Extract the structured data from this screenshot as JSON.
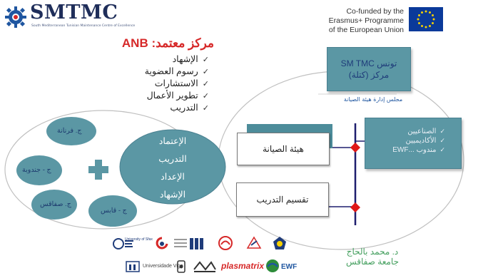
{
  "header": {
    "logo_text": "SMTMC",
    "logo_subtitle": "South Mediterranean Tunisian Maintenance Centre of Excellence",
    "eu_line1": "Co-funded by the",
    "eu_line2": "Erasmus+ Programme",
    "eu_line3": "of the European Union"
  },
  "anb": {
    "title": "مركز معتمد: ANB",
    "items": [
      "الإشهاد",
      "رسوم العضوية",
      "الاستشارات",
      "تطوير الأعمال",
      "التدريب"
    ]
  },
  "center": {
    "line1": "SM TMC تونس",
    "line2": "مركز (كتلة)",
    "council": "مجلس إدارة هيئة الصيانة"
  },
  "members": {
    "items": [
      "الصناعيين",
      "الأكاديميين",
      "مندوب ...EWF"
    ]
  },
  "boxes": {
    "maintenance": "هيئة الصيانة",
    "training": "تقسيم التدريب"
  },
  "oval": {
    "items": [
      "الإعتماد",
      "التدريب",
      "الإعداد",
      "الإشهاد"
    ]
  },
  "branches": {
    "b1": "ج. فرنانة",
    "b2": "ج - جندوبة",
    "b3": "ج. صفاقس",
    "b4": "ج - قابس"
  },
  "author": {
    "name": "د. محمد بالحاج",
    "affiliation": "جامعة صفاقس"
  },
  "partners": {
    "p1": "University of Sfax",
    "p2": "Universidade Vigo",
    "p3": "plasmatrix",
    "p4": "EWF"
  },
  "colors": {
    "teal": "#5b97a4",
    "accent_red": "#d62828",
    "diamond_red": "#e01818",
    "line_navy": "#1e1e6e"
  }
}
